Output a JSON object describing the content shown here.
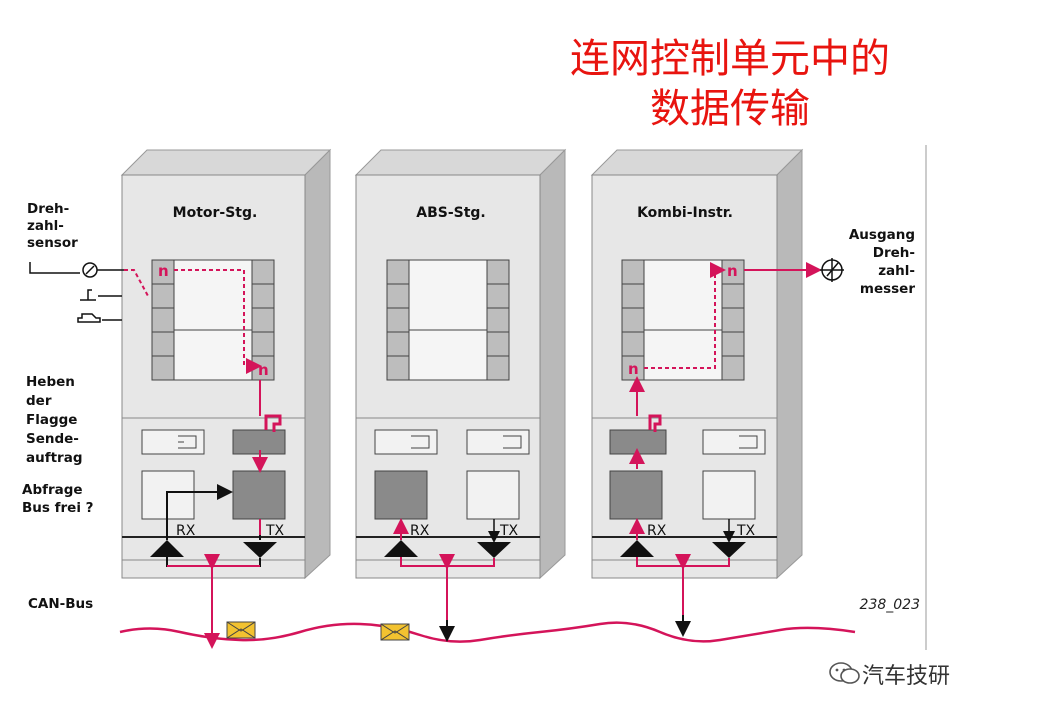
{
  "title": {
    "line1": "连网控制单元中的",
    "line2": "数据传输"
  },
  "units": {
    "motor": {
      "name": "Motor-Stg.",
      "rx": "RX",
      "tx": "TX"
    },
    "abs": {
      "name": "ABS-Stg.",
      "rx": "RX",
      "tx": "TX"
    },
    "kombi": {
      "name": "Kombi-Instr.",
      "rx": "RX",
      "tx": "TX"
    }
  },
  "left_labels": {
    "sensor": [
      "Dreh-",
      "zahl-",
      "sensor"
    ],
    "flag": [
      "Heben",
      "der",
      "Flagge",
      "Sende-",
      "auftrag"
    ],
    "query": [
      "Abfrage",
      "Bus frei ?"
    ],
    "bus": "CAN-Bus"
  },
  "right_labels": {
    "output": [
      "Ausgang",
      "Dreh-",
      "zahl-",
      "messer"
    ]
  },
  "figure_number": "238_023",
  "watermark": "汽车技研",
  "colors": {
    "accent": "#d4145a",
    "title": "#e8140f"
  }
}
